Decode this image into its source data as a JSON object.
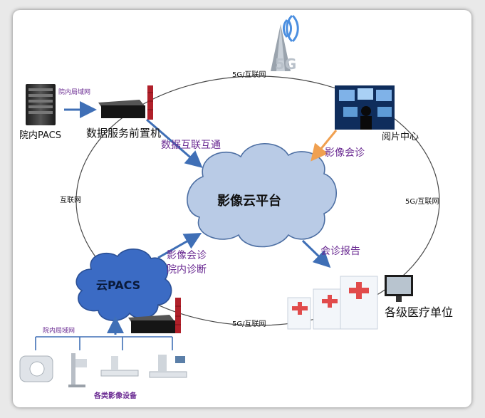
{
  "hub_label": "影像云平台",
  "cloud_pacs_label": "云PACS",
  "ring_labels": {
    "top": "5G/互联网",
    "left": "互联网",
    "right": "5G/互联网",
    "bottom": "5G/互联网"
  },
  "nodes": {
    "hospital_pacs": "院内PACS",
    "front_server": "数据服务前置机",
    "reading_center": "阅片中心",
    "medical_units": "各级医疗单位",
    "imaging_devices": "各类影像设备"
  },
  "links": {
    "lan_top": "院内局域网",
    "lan_bottom": "院内局域网",
    "interconnect": "数据互联互通",
    "consult_in": "影像会诊",
    "report_out": "会诊报告",
    "cloud_pacs_line1": "影像会诊",
    "cloud_pacs_line2": "院内诊断"
  },
  "tower_label": "5G",
  "colors": {
    "arrow_blue": "#3f6fb6",
    "arrow_orange": "#f0a050",
    "hub_fill": "#b9cbe6",
    "cloud_pacs_fill": "#3b6bc4",
    "link_text": "#6a2a92"
  }
}
